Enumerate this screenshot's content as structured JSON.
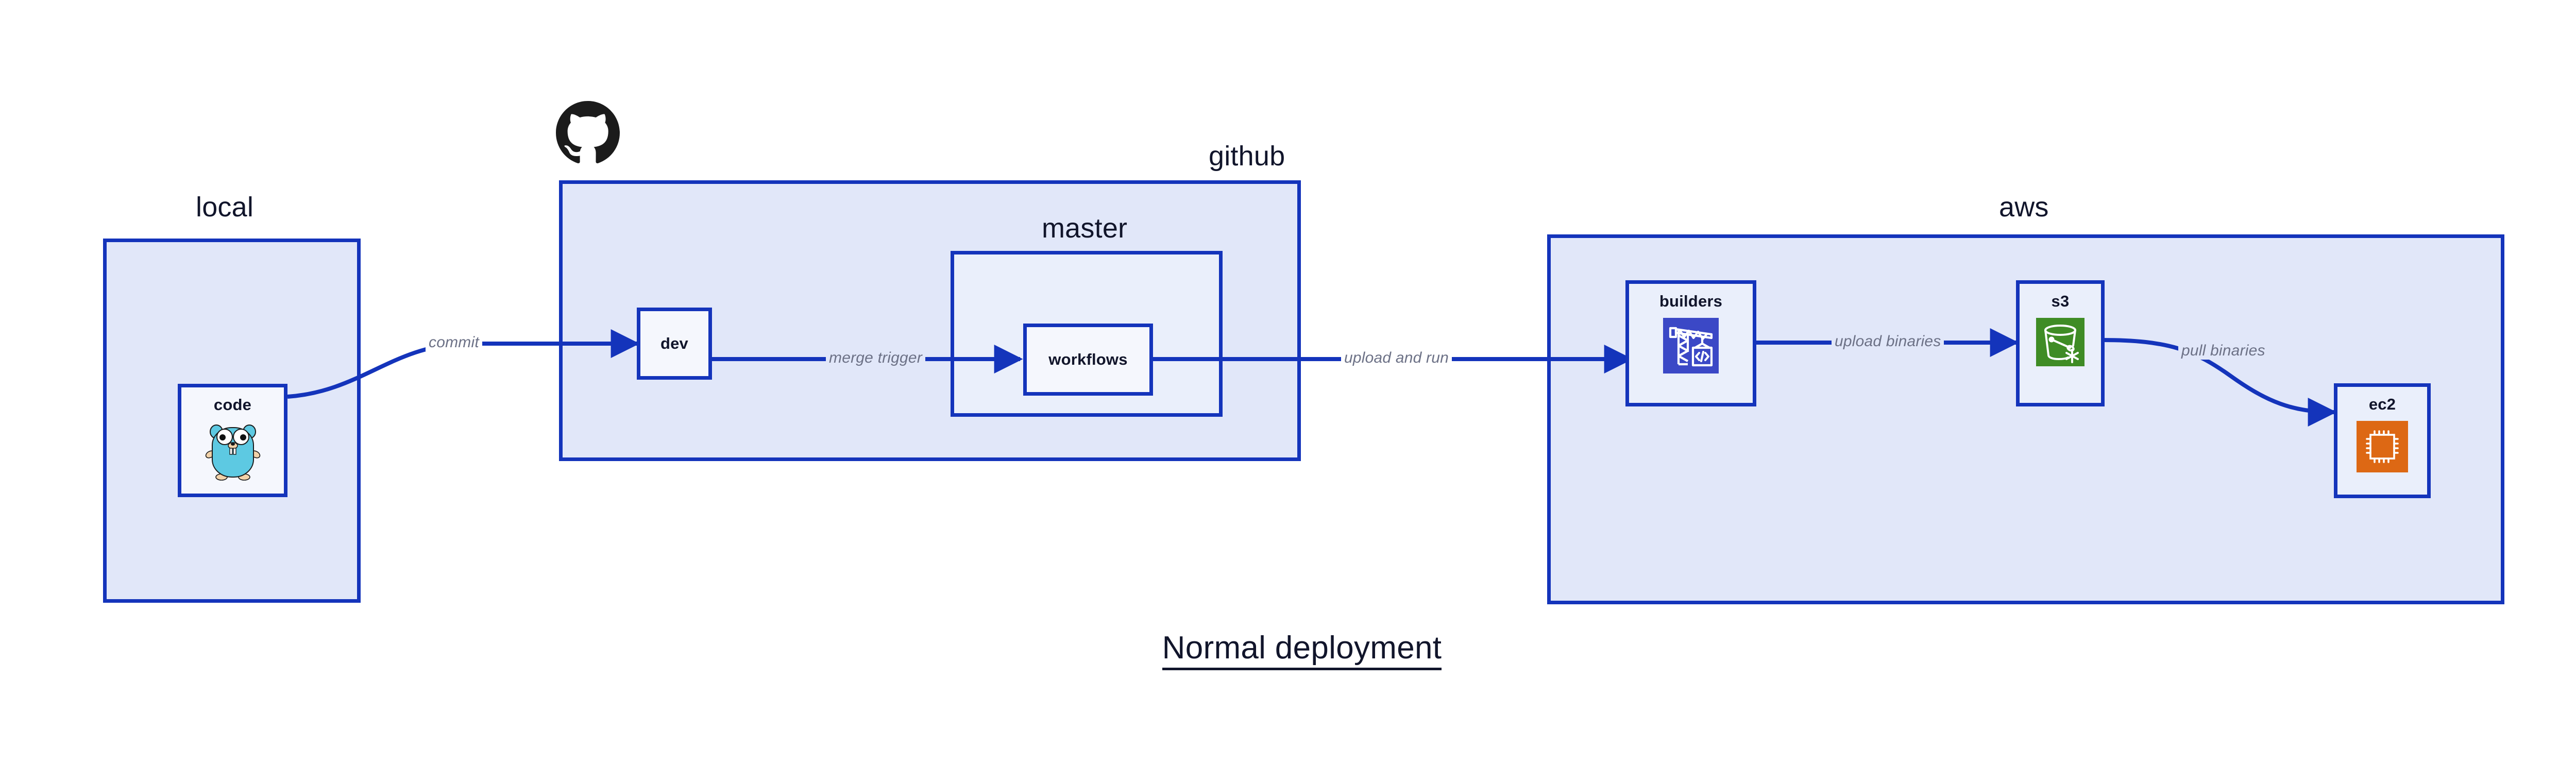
{
  "title": "Normal deployment",
  "colors": {
    "container_border": "#1434bb",
    "container_fill": "#e1e7f9",
    "node_fill": "#eaeffb",
    "node_fill_light": "#f5f7fd",
    "edge": "#1434bb",
    "edge_label_text": "#6c7186",
    "text": "#11152b",
    "gopher_body": "#5dc9e2",
    "codebuild_indigo": "#3b48c6",
    "s3_green": "#3f8c25",
    "ec2_orange": "#dd6814",
    "github_black": "#1b1b1b"
  },
  "groups": [
    {
      "key": "local",
      "label": "local"
    },
    {
      "key": "github",
      "label": "github"
    },
    {
      "key": "master",
      "label": "master"
    },
    {
      "key": "aws",
      "label": "aws"
    }
  ],
  "nodes": [
    {
      "key": "code",
      "label": "code",
      "icon": "go-gopher-icon"
    },
    {
      "key": "dev",
      "label": "dev",
      "icon": null
    },
    {
      "key": "workflows",
      "label": "workflows",
      "icon": null
    },
    {
      "key": "builders",
      "label": "builders",
      "icon": "aws-codebuild-crane-icon"
    },
    {
      "key": "s3",
      "label": "s3",
      "icon": "aws-s3-bucket-icon"
    },
    {
      "key": "ec2",
      "label": "ec2",
      "icon": "aws-ec2-chip-icon"
    }
  ],
  "edges": [
    {
      "key": "commit",
      "label": "commit",
      "from": "code",
      "to": "dev"
    },
    {
      "key": "merge-trigger",
      "label": "merge trigger",
      "from": "dev",
      "to": "workflows"
    },
    {
      "key": "upload-and-run",
      "label": "upload and run",
      "from": "workflows",
      "to": "builders"
    },
    {
      "key": "upload-binaries",
      "label": "upload binaries",
      "from": "builders",
      "to": "s3"
    },
    {
      "key": "pull-binaries",
      "label": "pull binaries",
      "from": "s3",
      "to": "ec2"
    }
  ],
  "branding": {
    "github_logo": "github-octocat-icon"
  }
}
